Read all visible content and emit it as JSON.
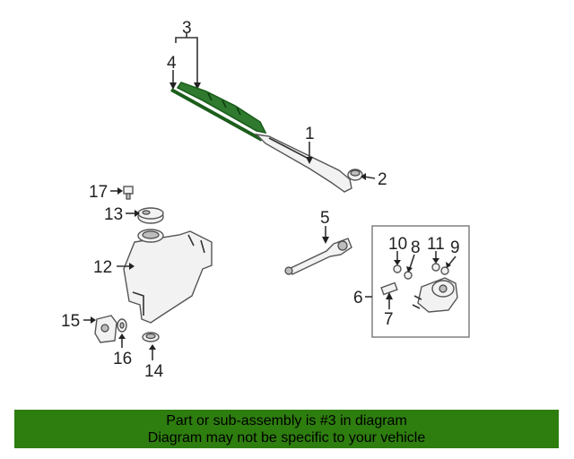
{
  "colors": {
    "banner_bg": "#2e7d0f",
    "highlight": "#1c5e1c"
  },
  "callouts": {
    "p1": "1",
    "p2": "2",
    "p3": "3",
    "p4": "4",
    "p5": "5",
    "p6": "6",
    "p7": "7",
    "p8": "8",
    "p9": "9",
    "p10": "10",
    "p11": "11",
    "p12": "12",
    "p13": "13",
    "p14": "14",
    "p15": "15",
    "p16": "16",
    "p17": "17"
  },
  "banner": {
    "line1": "Part or sub-assembly is #3 in diagram",
    "line2": "Diagram may not be specific to your vehicle"
  }
}
